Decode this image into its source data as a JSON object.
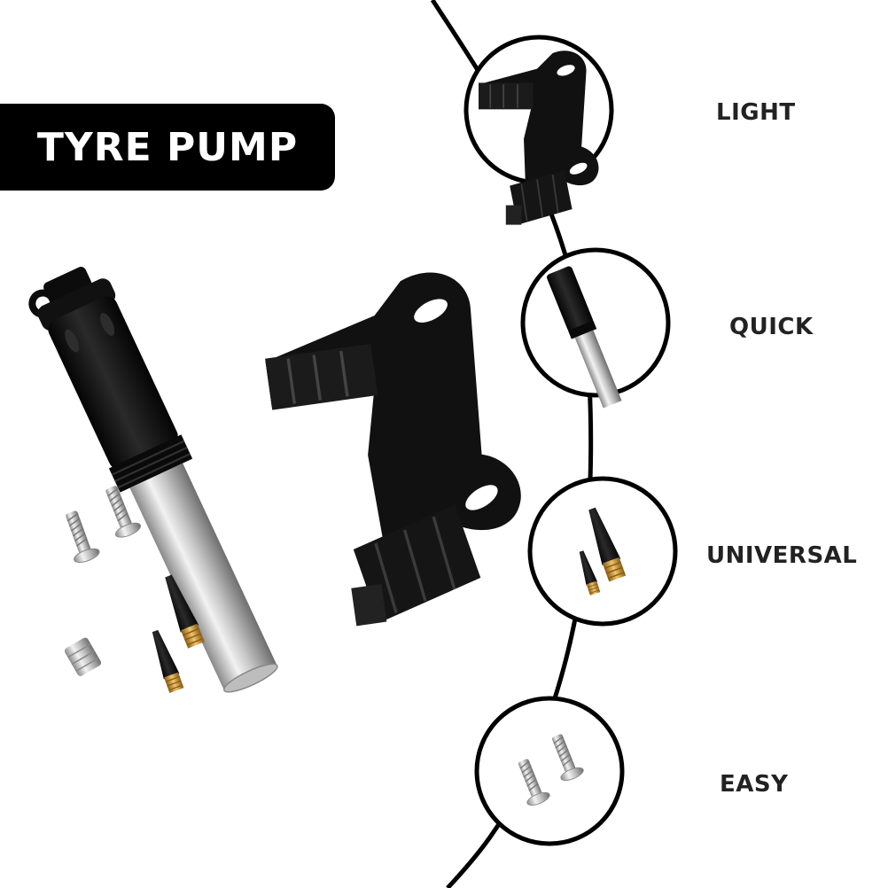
{
  "title": "TYRE PUMP",
  "features": [
    {
      "label": "LIGHT",
      "icon": "mount-bracket-icon"
    },
    {
      "label": "QUICK",
      "icon": "pump-icon"
    },
    {
      "label": "UNIVERSAL",
      "icon": "valve-adapters-icon"
    },
    {
      "label": "EASY",
      "icon": "screws-icon"
    }
  ],
  "colors": {
    "ink": "#000000",
    "silver": "#c9c9c9",
    "brass": "#c8963a",
    "text": "#222222"
  }
}
